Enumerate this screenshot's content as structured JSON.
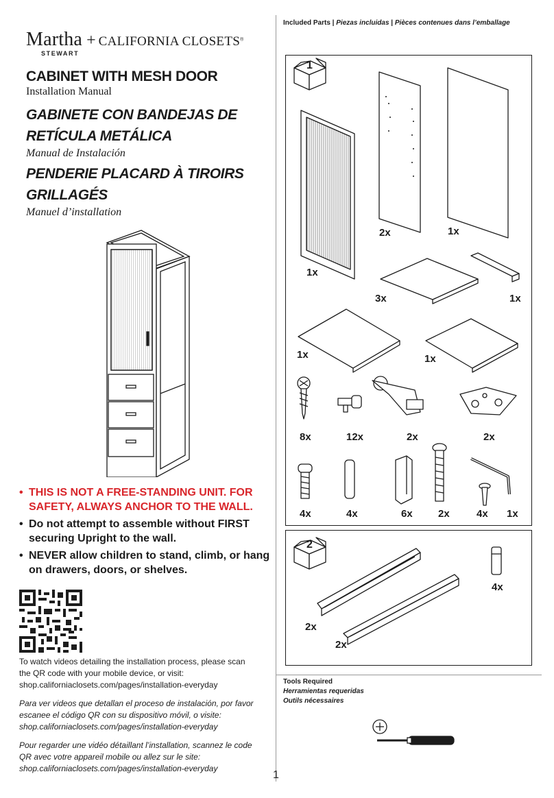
{
  "brand": {
    "martha": "Martha",
    "plus": "+",
    "california_closets": "CALIFORNIA CLOSETS",
    "registered": "®",
    "stewart": "STEWART"
  },
  "titles": {
    "en_title": "CABINET WITH MESH DOOR",
    "en_sub": "Installation Manual",
    "es_title_1": "GABINETE CON BANDEJAS DE",
    "es_title_2": "RETÍCULA METÁLICA",
    "es_sub": "Manual de Instalación",
    "fr_title_1": "PENDERIE  PLACARD À TIROIRS",
    "fr_title_2": "GRILLAGÉS",
    "fr_sub": "Manuel d’installation"
  },
  "warnings": [
    "THIS IS NOT A FREE-STANDING UNIT.  FOR SAFETY, ALWAYS ANCHOR TO THE WALL.",
    "Do not attempt to assemble without FIRST securing Upright to the wall.",
    "NEVER allow children to stand, climb, or hang on drawers, doors, or shelves."
  ],
  "info": {
    "en": "To watch videos detailing the installation process, please scan the QR code with your mobile device, or visit: shop.californiaclosets.com/pages/installation-everyday",
    "es": "Para ver videos que detallan el proceso de instalación, por favor escanee el código QR con su dispositivo móvil, o visite: shop.californiaclosets.com/pages/installation-everyday",
    "fr": "Pour regarder une vidéo détaillant l’installation, scannez le code QR avec votre appareil mobile ou allez sur le site: shop.californiaclosets.com/pages/installation-everyday"
  },
  "page_number": "1",
  "included": {
    "en": "Included Parts",
    "sep": " | ",
    "es": "Piezas incluidas",
    "fr": "Pièces contenues dans l’emballage"
  },
  "box1": {
    "number": "1",
    "quantities": {
      "mesh_door": "1x",
      "upright": "2x",
      "back_panel": "1x",
      "shelf_center": "3x",
      "rail": "1x",
      "shelf_left": "1x",
      "shelf_right": "1x",
      "wood_screw": "8x",
      "shelf_pin": "12x",
      "hinge": "2x",
      "hinge_plate": "2x",
      "cam_bolt": "4x",
      "dowel": "4x",
      "bracket": "6x",
      "long_bolt": "2x",
      "small_screw": "4x",
      "hex_key": "1x"
    }
  },
  "box2": {
    "number": "2",
    "quantities": {
      "slide_a": "2x",
      "slide_b": "2x",
      "cap": "4x"
    }
  },
  "tools": {
    "en": "Tools Required",
    "es": "Herramientas requeridas",
    "fr": "Outils nécessaires"
  }
}
